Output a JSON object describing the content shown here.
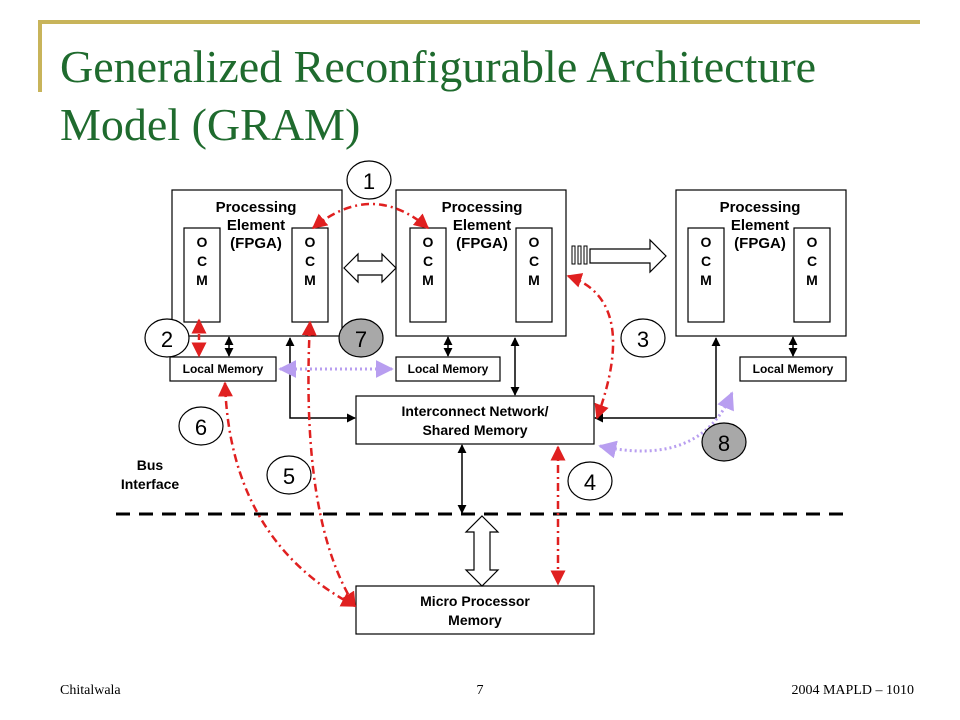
{
  "slide": {
    "title_line1": "Generalized Reconfigurable Architecture",
    "title_line2": "Model (GRAM)",
    "accent_color": "#c8b45a",
    "title_color": "#1f6b2e"
  },
  "diagram": {
    "pe_lines": [
      "Processing",
      "Element",
      "(FPGA)"
    ],
    "ocm_letters": [
      "O",
      "C",
      "M"
    ],
    "local_memory": "Local Memory",
    "interconnect_lines": [
      "Interconnect Network/",
      "Shared Memory"
    ],
    "microprocessor_lines": [
      "Micro Processor",
      "Memory"
    ],
    "bus_interface_lines": [
      "Bus",
      "Interface"
    ],
    "markers": [
      "1",
      "2",
      "3",
      "4",
      "5",
      "6",
      "7",
      "8"
    ],
    "colors": {
      "red_path": "#e02020",
      "lilac_path": "#b89ef0",
      "grey_marker": "#a8a8a8"
    }
  },
  "footer": {
    "left": "Chitalwala",
    "center": "7",
    "right": "2004 MAPLD – 1010"
  }
}
